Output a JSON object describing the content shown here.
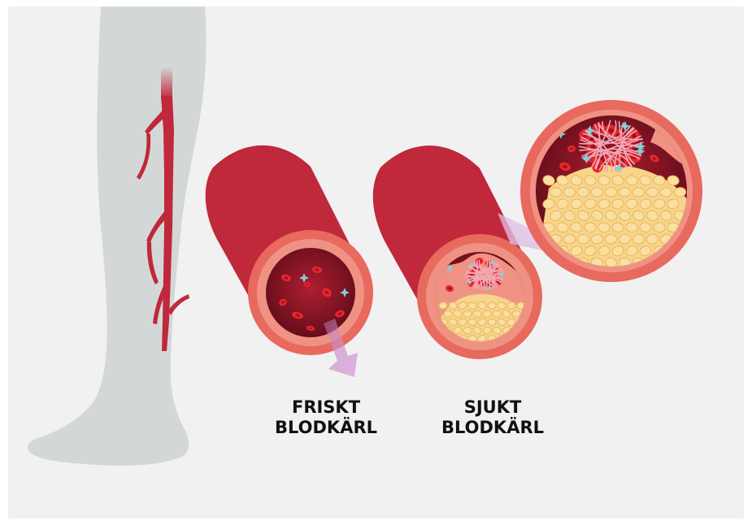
{
  "labels": {
    "healthy": {
      "line1": "FRISKT",
      "line2": "BLODKÄRL"
    },
    "diseased": {
      "line1": "SJUKT",
      "line2": "BLODKÄRL"
    }
  },
  "colors": {
    "background": "#f1f1f1",
    "leg": "#d3d8d6",
    "vein": "#c0283c",
    "vessel_outer": "#e8695e",
    "vessel_wall": "#f09283",
    "lumen": "#7f1424",
    "blood_cell": "#e8262f",
    "plaque": "#f7d58a",
    "clot_fiber": "#f2a7b5",
    "platelet": "#7fd3da",
    "flow_arrow": "#d9a5d6"
  }
}
